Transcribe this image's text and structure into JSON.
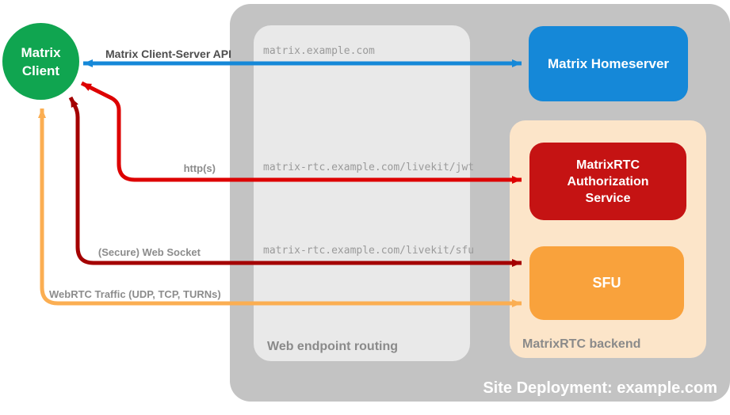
{
  "colors": {
    "container-gray": "#c3c3c3",
    "routing-gray": "#e9e9e9",
    "backend-peach": "#fce5c9",
    "client-green": "#10a550",
    "homeserver-blue": "#1588d8",
    "auth-red": "#c51313",
    "sfu-orange": "#f9a23c",
    "arrow-blue": "#1588d8",
    "arrow-red": "#dd0000",
    "arrow-darkred": "#a40000",
    "arrow-orange": "#fbae52",
    "label-gray": "#8c8c8c",
    "url-gray": "#9a9a9a",
    "api-label-dark": "#4d4d4d",
    "box-label-gray": "#8a8a8a",
    "white": "#ffffff"
  },
  "nodes": {
    "client": {
      "label": "Matrix\nClient"
    },
    "homeserver": {
      "label": "Matrix Homeserver"
    },
    "auth": {
      "label": "MatrixRTC Authorization Service"
    },
    "sfu": {
      "label": "SFU"
    }
  },
  "containers": {
    "site": {
      "label": "Site Deployment: example.com"
    },
    "routing": {
      "label": "Web endpoint routing"
    },
    "backend": {
      "label": "MatrixRTC backend"
    }
  },
  "routing": {
    "routes": [
      "matrix.example.com",
      "matrix-rtc.example.com/livekit/jwt",
      "matrix-rtc.example.com/livekit/sfu"
    ]
  },
  "arrows": [
    {
      "label": "Matrix Client-Server API",
      "color": "#1588d8",
      "from": "Matrix Client",
      "to": "Matrix Homeserver",
      "bidirectional": true
    },
    {
      "label": "http(s)",
      "color": "#dd0000",
      "from": "Matrix Client",
      "to": "MatrixRTC Authorization Service",
      "bidirectional": true
    },
    {
      "label": "(Secure) Web Socket",
      "color": "#a40000",
      "from": "Matrix Client",
      "to": "SFU",
      "bidirectional": true
    },
    {
      "label": "WebRTC Traffic (UDP, TCP, TURNs)",
      "color": "#fbae52",
      "from": "Matrix Client",
      "to": "SFU",
      "bidirectional": true
    }
  ]
}
